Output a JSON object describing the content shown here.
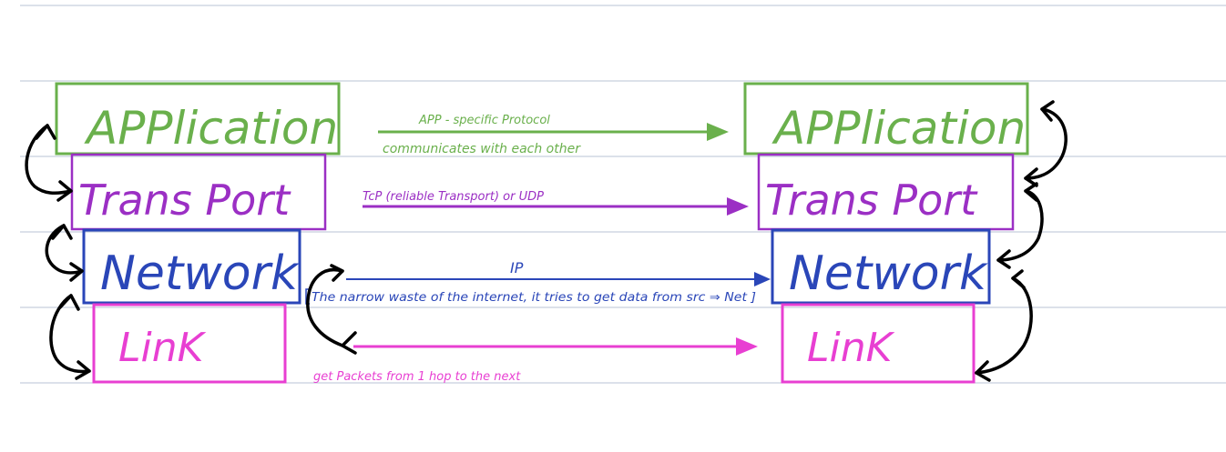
{
  "colors": {
    "ruled_line": "#b8c3d6",
    "application": "#6ab04c",
    "transport": "#9b2fc4",
    "network": "#2a46b8",
    "link": "#e83fd2",
    "loop_arrow": "#000000"
  },
  "left_stack": {
    "application": "APPlication",
    "transport": "Trans Port",
    "network": "Network",
    "link": "LinK"
  },
  "right_stack": {
    "application": "APPlication",
    "transport": "Trans Port",
    "network": "Network",
    "link": "LinK"
  },
  "connections": {
    "application": {
      "above": "APP - specific  Protocol",
      "below": "communicates  with  each  other"
    },
    "transport": {
      "above": "TcP (reliable Transport) or UDP"
    },
    "network": {
      "above": "IP",
      "below": "The narrow waste of the internet, it tries to get data from src ⇒ Net ]"
    },
    "link": {
      "below": "get Packets from 1 hop to the next"
    }
  }
}
